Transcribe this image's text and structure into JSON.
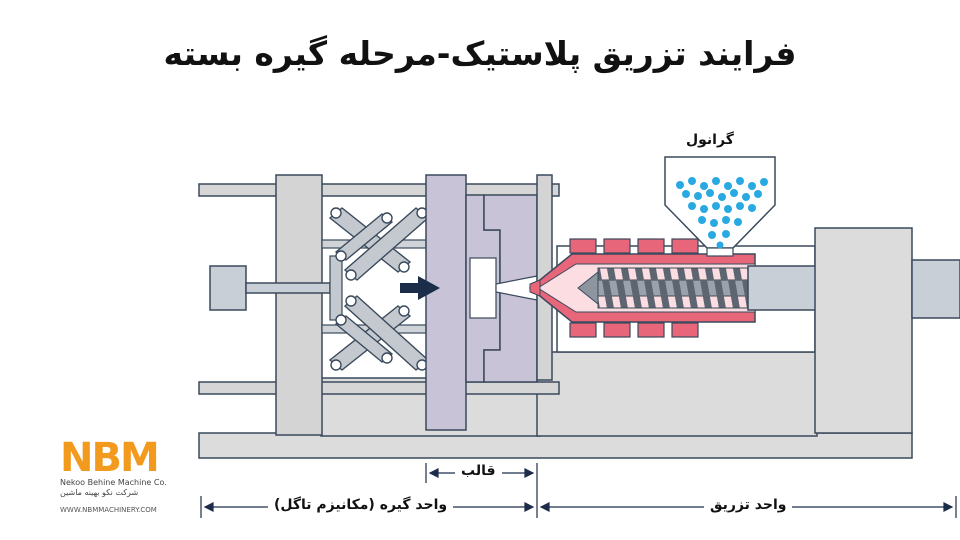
{
  "title": "فرایند تزریق پلاستیک-مرحله گیره بسته",
  "labels": {
    "granule": "گرانول",
    "mold": "قالب",
    "clamp_unit": "واحد گیره (مکانیزم تاگل)",
    "injection_unit": "واحد تزریق"
  },
  "logo": {
    "mark": "NBM",
    "company_en": "Nekoo Behine Machine Co.",
    "company_fa": "شرکت نکو بهینه ماشین",
    "website": "WWW.NBMMACHINERY.COM"
  },
  "colors": {
    "frame": "#d9d9d9",
    "mold": "#c8c3d6",
    "barrel_heat": "#e7667a",
    "barrel_inner": "#fbdde2",
    "granules": "#29a9e1",
    "arrow": "#1c2d4a",
    "outline": "#3a4a5c",
    "logo": "#f29a1e"
  }
}
